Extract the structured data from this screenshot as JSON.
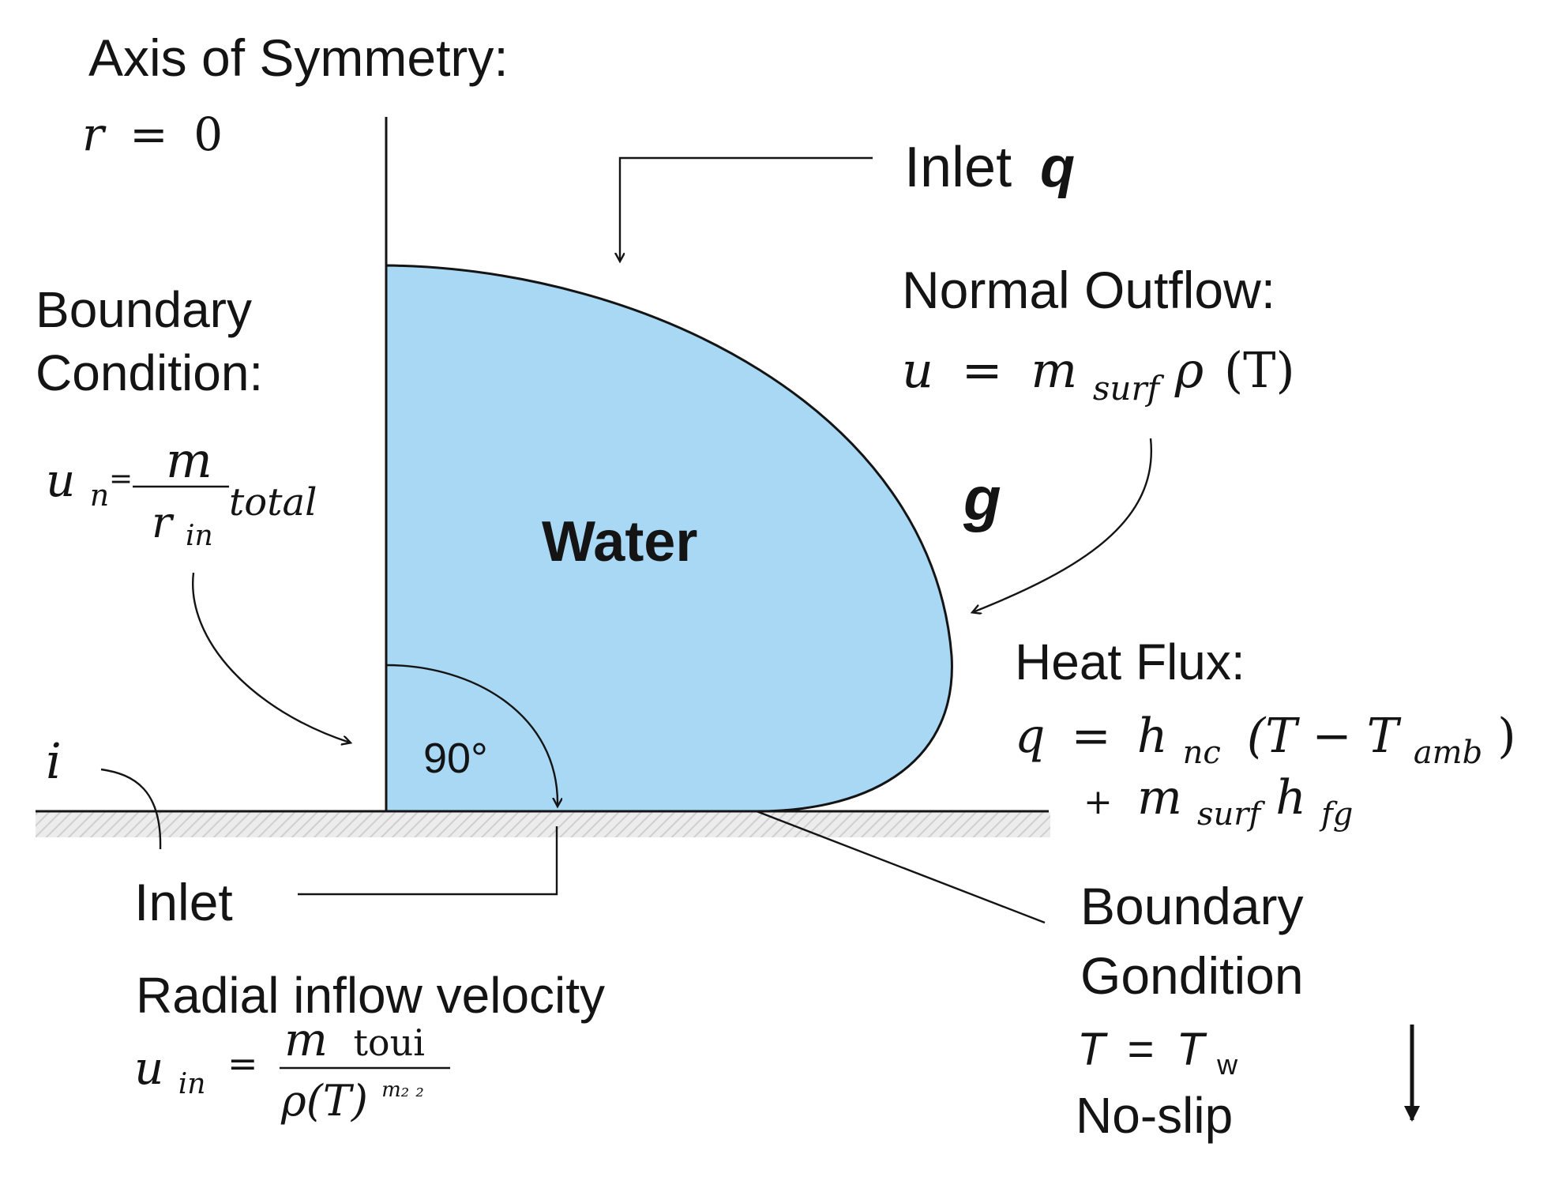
{
  "axis": {
    "title": "Axis of Symmetry:",
    "eq": {
      "lhs": "r",
      "op": "=",
      "rhs": "0"
    }
  },
  "inlet_q": {
    "word": "Inlet",
    "var": "q"
  },
  "normal_outflow": {
    "title": "Normal Outflow:",
    "eq": {
      "u": "u",
      "eqsign": "=",
      "m": "m",
      "sub": "surf",
      "rho": "ρ",
      "arg": "(T)"
    }
  },
  "gravity": "g",
  "boundary_left": {
    "line1": "Boundary",
    "line2": "Condition:",
    "eq": {
      "u": "u",
      "u_sub": "n",
      "eqsign": "=",
      "num": "m",
      "den": "r",
      "den_sub": "in",
      "tail": "total"
    }
  },
  "water_label": "Water",
  "angle_label": "90°",
  "heat_flux": {
    "title": "Heat Flux:",
    "line1": {
      "q": "q",
      "eqsign": "=",
      "h": "h",
      "h_sub": "nc",
      "open": "(T",
      "minus": "−",
      "T": "T",
      "T_sub": "amb",
      "close": ")"
    },
    "line2": {
      "plus": "+",
      "m": "m",
      "m_sub": "surf",
      "h": "h",
      "h_sub": "fg"
    }
  },
  "i_label": "i",
  "inlet_label": "Inlet",
  "radial": {
    "title": "Radial inflow velocity",
    "eq": {
      "u": "u",
      "u_sub": "in",
      "eqsign": "=",
      "num": "m",
      "num_tail": "toui",
      "den": "ρ(T)",
      "den_sup": "m₂ ₂"
    }
  },
  "boundary_right": {
    "line1": "Boundary",
    "line2": "Gondition",
    "eq": {
      "T": "T",
      "eqsign": "=",
      "Tw": "T",
      "Tw_sub": "w"
    },
    "noslip": "No-slip"
  },
  "colors": {
    "water_fill": "#a8d8f4",
    "ink": "#141414",
    "hatch": "#d6d6d6"
  }
}
